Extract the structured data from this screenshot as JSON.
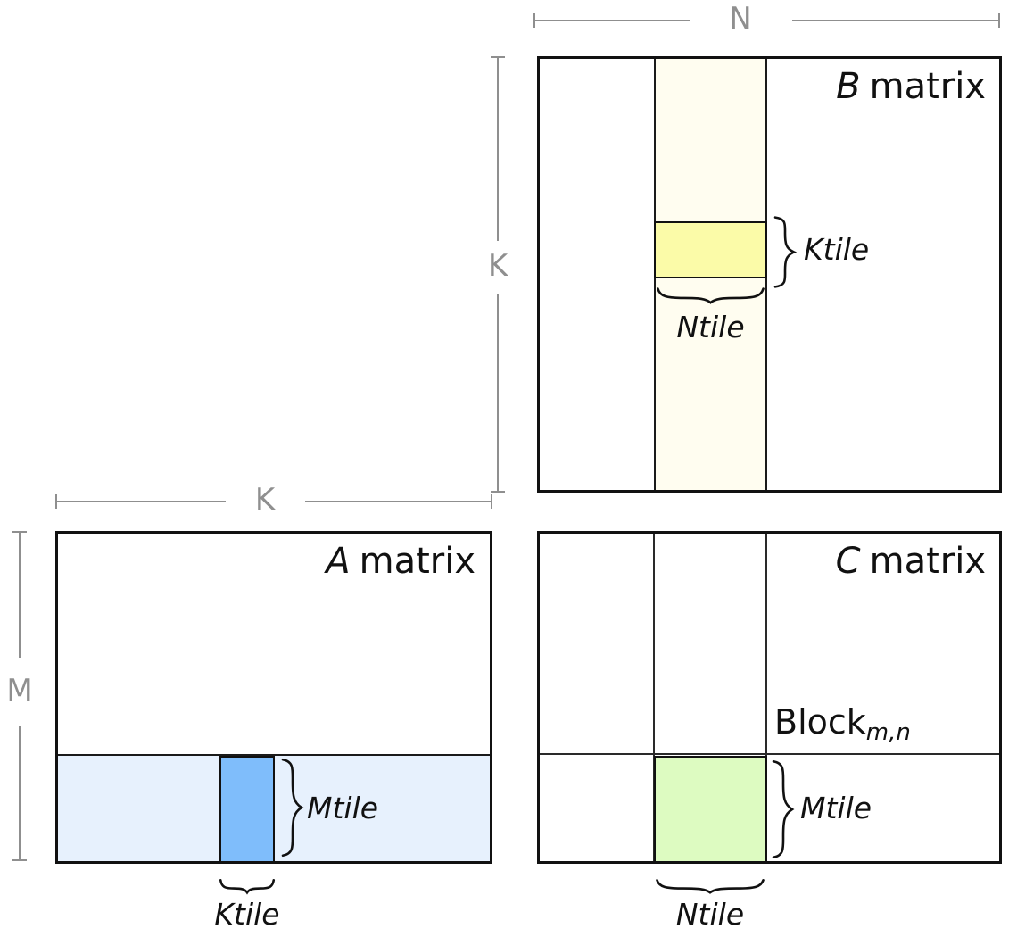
{
  "colors": {
    "ink": "#111111",
    "line_gray": "#8f8f8f",
    "b_strip": "#fffdf0",
    "b_tile": "#fbfba8",
    "a_strip": "#e7f1fd",
    "a_tile": "#7fbdfb",
    "c_tile": "#ddfbc1"
  },
  "dims": {
    "n_label": "N",
    "k_label_b": "K",
    "k_label_a": "K",
    "m_label": "M"
  },
  "b_matrix": {
    "title_letter": "B",
    "title_word": "matrix",
    "ktile_label": "Ktile",
    "ntile_label": "Ntile"
  },
  "a_matrix": {
    "title_letter": "A",
    "title_word": "matrix",
    "mtile_label": "Mtile",
    "ktile_label": "Ktile"
  },
  "c_matrix": {
    "title_letter": "C",
    "title_word": "matrix",
    "block_label": "Block",
    "block_subscript": "m,n",
    "mtile_label": "Mtile",
    "ntile_label": "Ntile"
  }
}
